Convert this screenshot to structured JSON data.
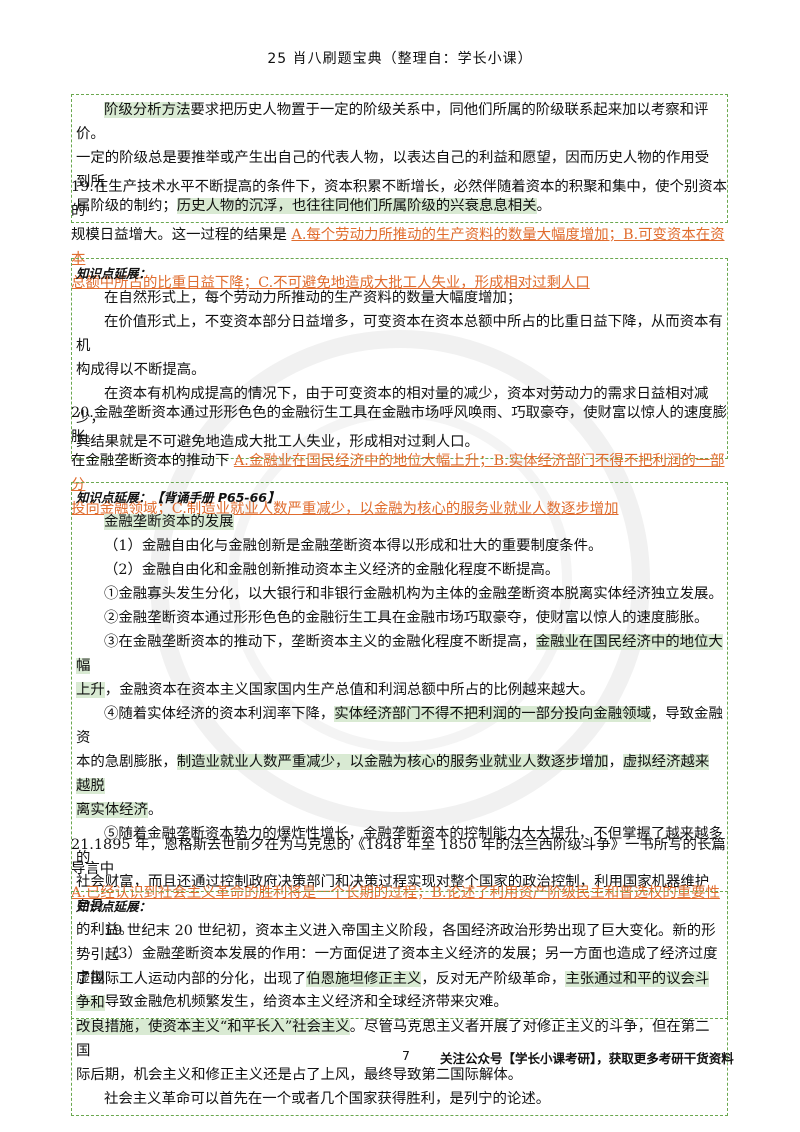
{
  "header": {
    "title": "25 肖八刷题宝典（整理自：学长小课）"
  },
  "box1": {
    "l1_hl": "阶级分析方法",
    "l1_rest": "要求把历史人物置于一定的阶级关系中，同他们所属的阶级联系起来加以考察和评价。",
    "l2": "一定的阶级总是要推举或产生出自己的代表人物，以表达自己的利益和愿望，因而历史人物的作用受到所",
    "l3_pre": "属阶级的制约；",
    "l3_hl": "历史人物的沉浮，也往往同他们所属阶级的兴衰息息相关",
    "l3_end": "。"
  },
  "q19": {
    "l1": "19.在生产技术水平不断提高的条件下，资本积累不断增长，必然伴随着资本的积聚和集中，使个别资本的",
    "l2_pre": "规模日益增大。这一过程的结果是 ",
    "l2_ans": "A.每个劳动力所推动的生产资料的数量大幅度增加；B.可变资本在资本",
    "l3_ans": "总额中所占的比重日益下降；C.不可避免地造成大批工人失业，形成相对过剩人口"
  },
  "box2": {
    "label": "知识点延展：",
    "p1": "在自然形式上，每个劳动力所推动的生产资料的数量大幅度增加；",
    "p2a": "在价值形式上，不变资本部分日益增多，可变资本在资本总额中所占的比重日益下降，从而资本有机",
    "p2b": "构成得以不断提高。",
    "p3a": "在资本有机构成提高的情况下，由于可变资本的相对量的减少，资本对劳动力的需求日益相对减少，",
    "p3b": "其结果就是不可避免地造成大批工人失业，形成相对过剩人口。"
  },
  "q20": {
    "l1": "20.金融垄断资本通过形形色色的金融衍生工具在金融市场呼风唤雨、巧取豪夺，使财富以惊人的速度膨胀。",
    "l2_pre": "在金融垄断资本的推动下 ",
    "l2_ans": "A.金融业在国民经济中的地位大幅上升；B.实体经济部门不得不把利润的一部分",
    "l3_ans": "投向金融领域；C.制造业就业人数严重减少，以金融为核心的服务业就业人数逐步增加"
  },
  "box3": {
    "label": "知识点延展：",
    "ref": "【背诵手册 P65-66】",
    "title": "金融垄断资本的发展",
    "s1": "（1）金融自由化与金融创新是金融垄断资本得以形成和壮大的重要制度条件。",
    "s2": "（2）金融自由化和金融创新推动资本主义经济的金融化程度不断提高。",
    "c1": "①金融寡头发生分化，以大银行和非银行金融机构为主体的金融垄断资本脱离实体经济独立发展。",
    "c2": "②金融垄断资本通过形形色色的金融衍生工具在金融市场巧取豪夺，使财富以惊人的速度膨胀。",
    "c3_pre": "③在金融垄断资本的推动下，垄断资本主义的金融化程度不断提高，",
    "c3_hl1": "金融业在国民经济中的地位大幅",
    "c3_hl2": "上升",
    "c3_rest": "，金融资本在资本主义国家国内生产总值和利润总额中所占的比例越来越大。",
    "c4_pre": "④随着实体经济的资本利润率下降，",
    "c4_hl1": "实体经济部门不得不把利润的一部分投向金融领域",
    "c4_mid1": "，导致金融资",
    "c4_l2pre": "本的急剧膨胀，",
    "c4_hl2": "制造业就业人数严重减少，以金融为核心的服务业就业人数逐步增加",
    "c4_mid2": "，",
    "c4_hl3": "虚拟经济越来越脱",
    "c4_hl4": "离实体经济",
    "c4_end": "。",
    "c5a": "⑤随着金融垄断资本势力的爆炸性增长，金融垄断资本的控制能力大大提升，不但掌握了越来越多的",
    "c5b": "社会财富，而且还通过控制政府决策部门和决策过程实现对整个国家的政治控制，利用国家机器维护自身",
    "c5c": "的利益。",
    "s3a": "（3）金融垄断资本发展的作用：一方面促进了资本主义经济的发展；另一方面也造成了经济过度虚拟",
    "s3b": "化，导致金融危机频繁发生，给资本主义经济和全球经济带来灾难。"
  },
  "q21": {
    "l1": "21.1895 年，恩格斯去世前夕在为马克思的《1848 年至 1850 年的法兰西阶级斗争》一书所写的长篇导言中",
    "l2_ans": "A.已经认识到社会主义革命的胜利将是一个长期的过程；B.论述了利用资产阶级民主和普选权的重要性"
  },
  "box4": {
    "label": "知识点延展：",
    "p1a": "19 世纪末 20 世纪初，资本主义进入帝国主义阶段，各国经济政治形势出现了巨大变化。新的形势引起",
    "p1b_pre": "了国际工人运动内部的分化，出现了",
    "p1b_hl1": "伯恩施坦修正主义",
    "p1b_mid": "，反对无产阶级革命，",
    "p1b_hl2": "主张通过和平的议会斗争和",
    "p1c_hl": "改良措施，使资本主义“和平长入”社会主义",
    "p1c_rest": "。尽管马克思主义者开展了对修正主义的斗争，但在第二国",
    "p1d": "际后期，机会主义和修正主义还是占了上风，最终导致第二国际解体。",
    "p2": "社会主义革命可以首先在一个或者几个国家获得胜利，是列宁的论述。"
  },
  "footer": {
    "page": "7",
    "text": "关注公众号【学长小课考研】，获取更多考研干货资料"
  }
}
